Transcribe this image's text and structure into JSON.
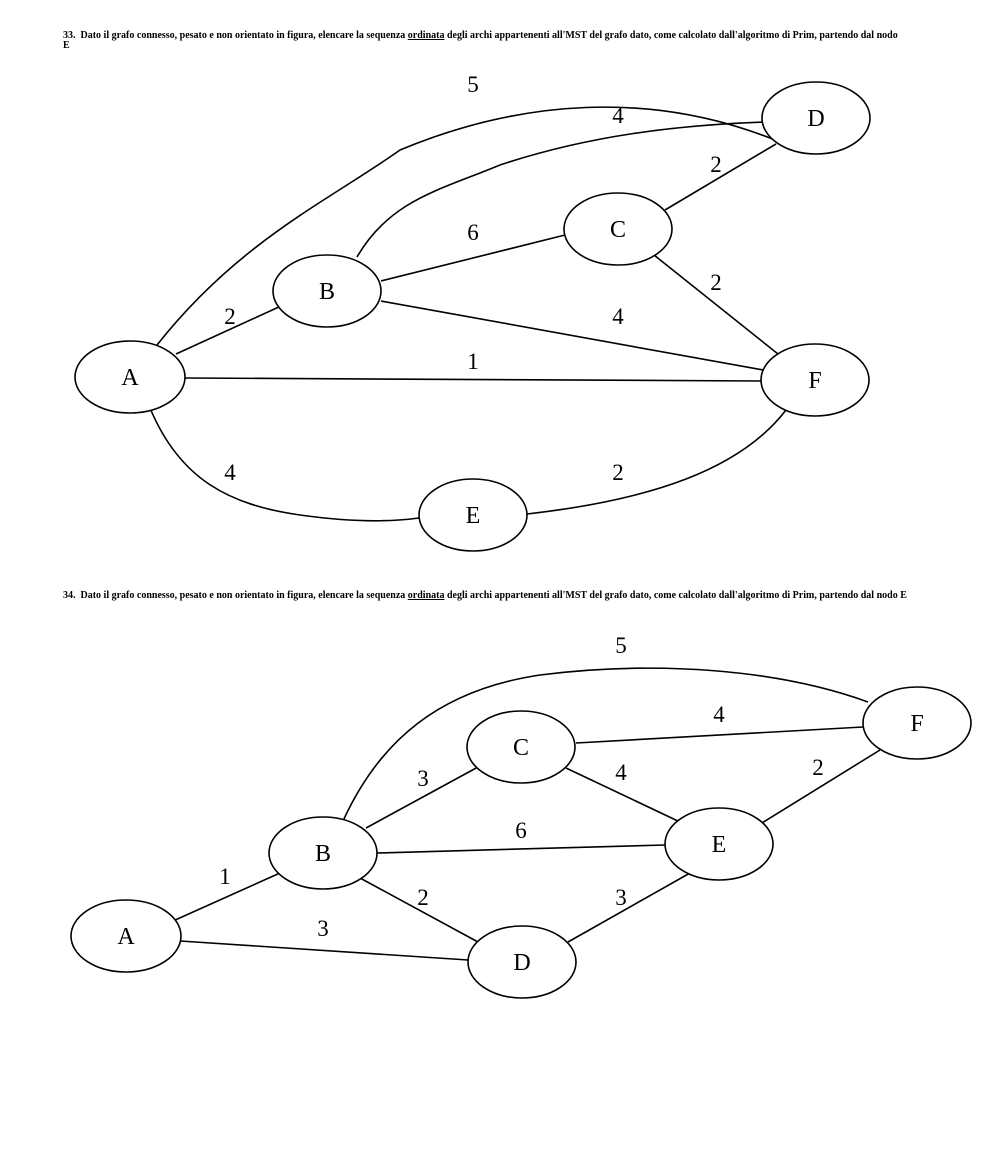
{
  "questions": [
    {
      "number": "33.",
      "text_before": "Dato il grafo connesso, pesato e non orientato in figura, elencare la sequenza",
      "underlined": "ordinata",
      "text_after": "degli archi appartenenti all'MST del grafo dato, come calcolato dall'algoritmo di Prim, partendo dal nodo E",
      "graph": {
        "nodes": [
          "A",
          "B",
          "C",
          "D",
          "E",
          "F"
        ],
        "edges": [
          {
            "from": "A",
            "to": "D",
            "weight": "5"
          },
          {
            "from": "B",
            "to": "D",
            "weight": "4"
          },
          {
            "from": "C",
            "to": "D",
            "weight": "2"
          },
          {
            "from": "B",
            "to": "C",
            "weight": "6"
          },
          {
            "from": "C",
            "to": "F",
            "weight": "2"
          },
          {
            "from": "A",
            "to": "B",
            "weight": "2"
          },
          {
            "from": "B",
            "to": "F",
            "weight": "4"
          },
          {
            "from": "A",
            "to": "F",
            "weight": "1"
          },
          {
            "from": "A",
            "to": "E",
            "weight": "4"
          },
          {
            "from": "E",
            "to": "F",
            "weight": "2"
          }
        ]
      }
    },
    {
      "number": "34.",
      "text_before": "Dato il grafo connesso, pesato e non orientato in figura, elencare la sequenza",
      "underlined": "ordinata",
      "text_after": "degli archi appartenenti all'MST del grafo dato, come calcolato dall'algoritmo di Prim, partendo dal nodo E",
      "graph": {
        "nodes": [
          "A",
          "B",
          "C",
          "D",
          "E",
          "F"
        ],
        "edges": [
          {
            "from": "B",
            "to": "F",
            "weight": "5"
          },
          {
            "from": "C",
            "to": "F",
            "weight": "4"
          },
          {
            "from": "B",
            "to": "C",
            "weight": "3"
          },
          {
            "from": "C",
            "to": "E",
            "weight": "4"
          },
          {
            "from": "E",
            "to": "F",
            "weight": "2"
          },
          {
            "from": "B",
            "to": "E",
            "weight": "6"
          },
          {
            "from": "A",
            "to": "B",
            "weight": "1"
          },
          {
            "from": "B",
            "to": "D",
            "weight": "2"
          },
          {
            "from": "D",
            "to": "E",
            "weight": "3"
          },
          {
            "from": "A",
            "to": "D",
            "weight": "3"
          }
        ]
      }
    }
  ]
}
